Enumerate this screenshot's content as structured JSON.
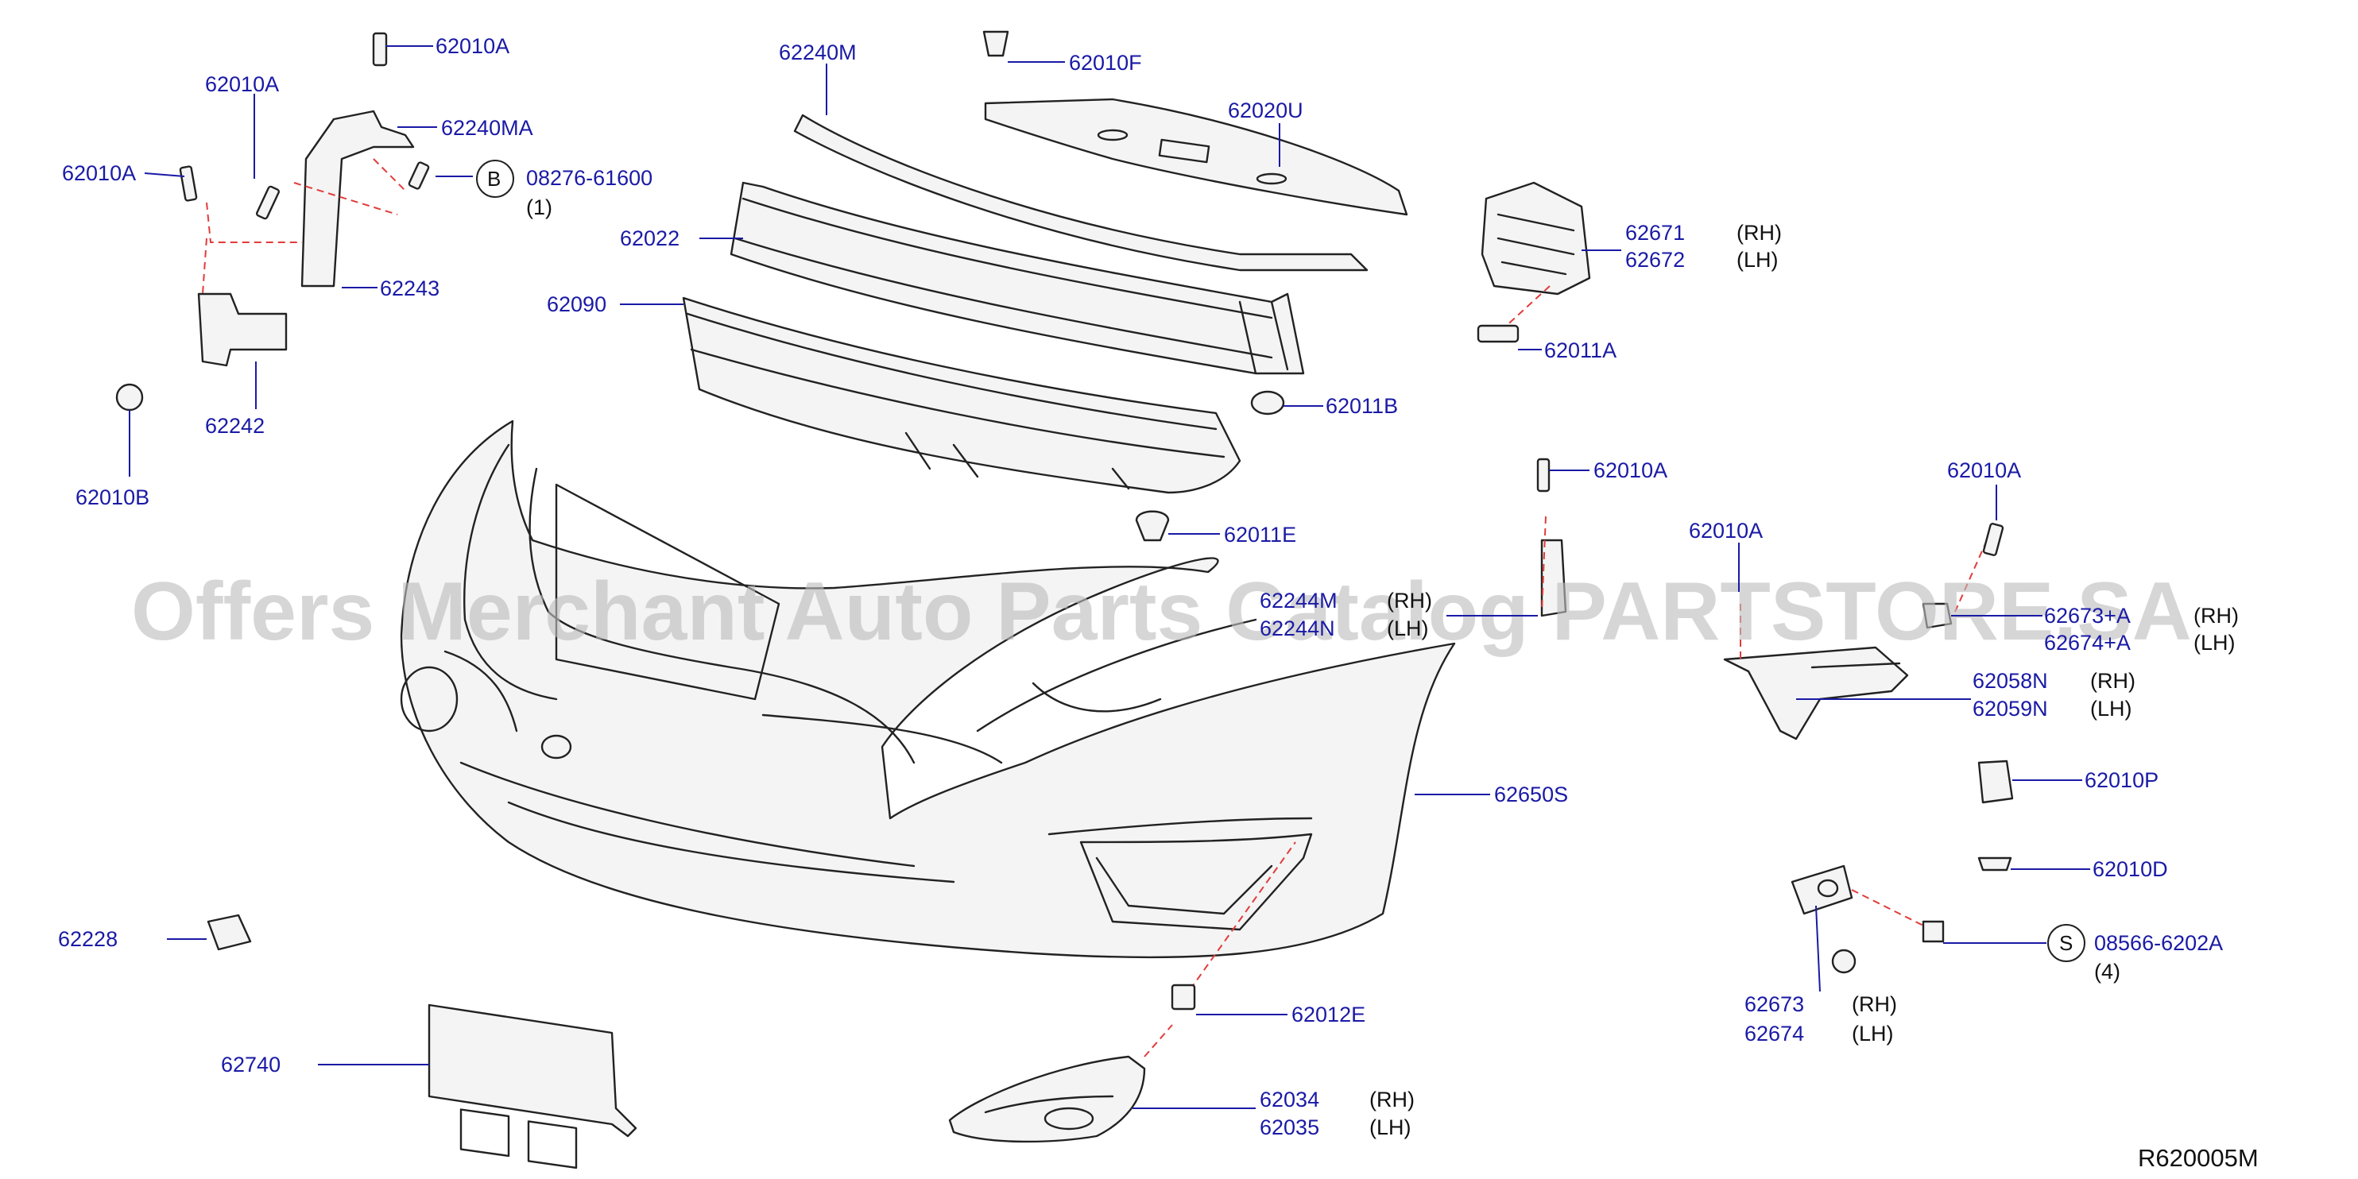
{
  "diagram_ref": "R620005M",
  "watermark": "Offers Merchant Auto Parts Catalog PARTSTORE.SA",
  "labels": {
    "p62010A_top": "62010A",
    "p62010A_left1": "62010A",
    "p62010A_left2": "62010A",
    "p62240MA": "62240MA",
    "p08276": "08276-61600",
    "p08276_qty": "(1)",
    "p62243": "62243",
    "p62242": "62242",
    "p62010B": "62010B",
    "p62240M": "62240M",
    "p62010F": "62010F",
    "p62020U": "62020U",
    "p62022": "62022",
    "p62090": "62090",
    "p62671": "62671",
    "p62672": "62672",
    "p62011A": "62011A",
    "p62011B": "62011B",
    "p62011E": "62011E",
    "p62010A_mid": "62010A",
    "p62010A_r1": "62010A",
    "p62010A_r2": "62010A",
    "p62244M": "62244M",
    "p62244N": "62244N",
    "p62673A": "62673+A",
    "p62674A": "62674+A",
    "p62058N": "62058N",
    "p62059N": "62059N",
    "p62010P": "62010P",
    "p62010D": "62010D",
    "p08566": "08566-6202A",
    "p08566_qty": "(4)",
    "p62650S": "62650S",
    "p62673": "62673",
    "p62674": "62674",
    "p62228": "62228",
    "p62012E": "62012E",
    "p62740": "62740",
    "p62034": "62034",
    "p62035": "62035"
  },
  "sides": {
    "rh": "(RH)",
    "lh": "(LH)"
  },
  "callouts": {
    "b": "B",
    "s": "S"
  }
}
